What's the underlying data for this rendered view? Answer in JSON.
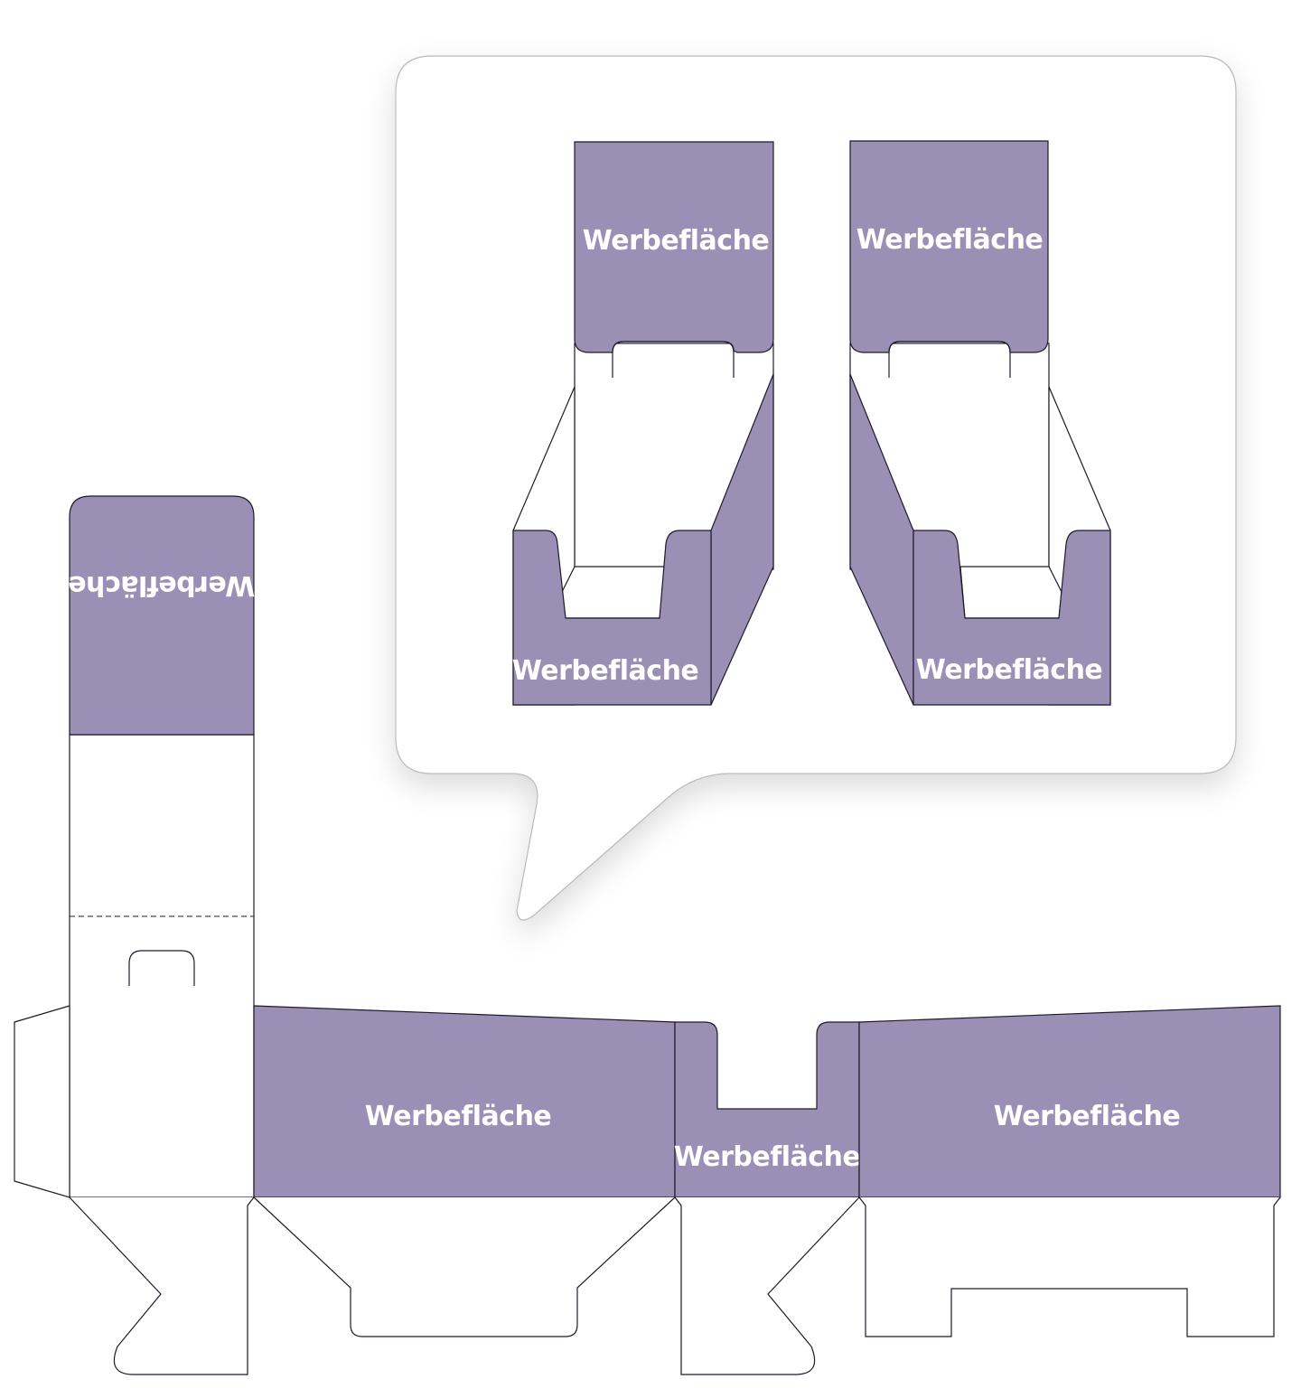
{
  "colors": {
    "print_area": "#9a8fb5",
    "label_text": "#ffffff",
    "outline": "#1e1a2a",
    "bubble_border": "#b9b9b9"
  },
  "labels": {
    "ad_area": "Werbefläche"
  },
  "views": {
    "left_display_top": "Werbefläche",
    "left_display_front": "Werbefläche",
    "right_display_top": "Werbefläche",
    "right_display_front": "Werbefläche"
  },
  "dieline": {
    "top_flap": "Werbefläche",
    "side_panel_left": "Werbefläche",
    "front_panel": "Werbefläche",
    "side_panel_right": "Werbefläche"
  }
}
